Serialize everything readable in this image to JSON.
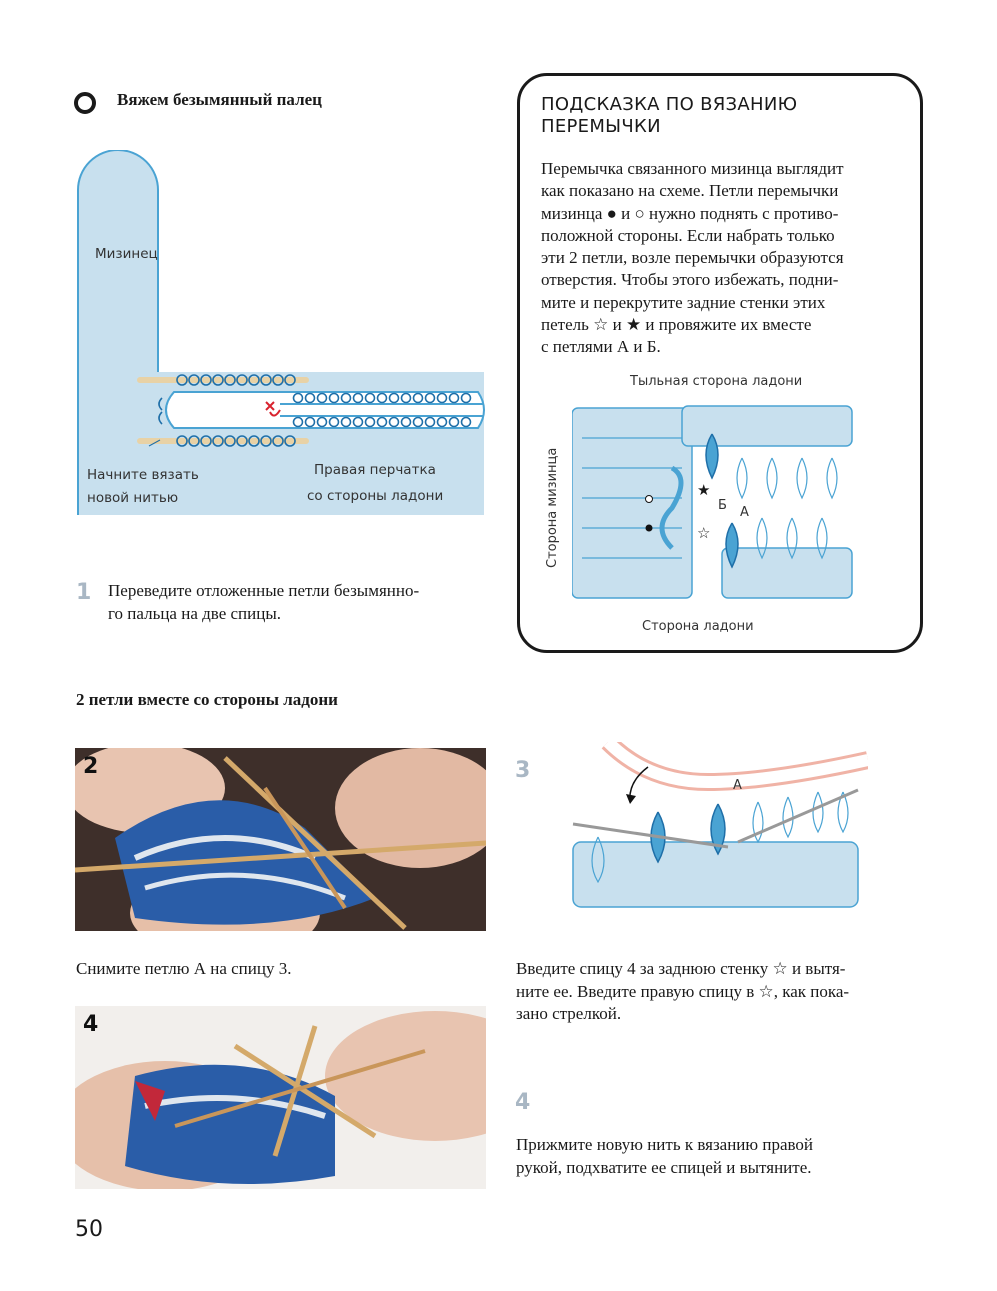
{
  "section": {
    "title": "Вяжем безымянный палец"
  },
  "diagram1": {
    "finger_label": "Мизинец",
    "start_label_line1": "Начните вязать",
    "start_label_line2": "новой нитью",
    "glove_label_line1": "Правая перчатка",
    "glove_label_line2": "со стороны ладони"
  },
  "step1": {
    "number": "1",
    "text_lines": [
      "Переведите отложенные петли безымянно-",
      "го пальца на две спицы."
    ]
  },
  "tip": {
    "title_line1": "ПОДСКАЗКА ПО ВЯЗАНИЮ",
    "title_line2": "ПЕРЕМЫЧКИ",
    "text_lines": [
      "Перемычка связанного мизинца выглядит",
      "как показано на схеме. Петли перемычки",
      "мизинца ● и ○ нужно поднять с противо-",
      "положной стороны. Если набрать только",
      "эти 2 петли, возле перемычки образуются",
      "отверстия. Чтобы этого избежать, подни-",
      "мите и перекрутите задние стенки этих",
      "петель ☆ и ★ и провяжите их вместе",
      "с петлями А и Б."
    ],
    "diagram": {
      "top_label": "Тыльная сторона ладони",
      "side_label": "Сторона мизинца",
      "bottom_label": "Сторона ладони",
      "label_b": "Б",
      "label_a": "А",
      "star_filled": "★",
      "star_outline": "☆"
    }
  },
  "subheading": "2 петли вместе со стороны ладони",
  "photo2": {
    "number": "2",
    "caption": "Снимите петлю А на спицу 3."
  },
  "step3": {
    "number": "3",
    "label_a": "А",
    "text_lines": [
      "Введите спицу 4 за заднюю стенку ☆ и вытя-",
      "ните ее. Введите правую спицу в ☆, как пока-",
      "зано стрелкой."
    ]
  },
  "photo4": {
    "number": "4"
  },
  "step4": {
    "number": "4",
    "text_lines": [
      "Прижмите новую нить к вязанию правой",
      "рукой, подхватите ее спицей и вытяните."
    ]
  },
  "page_number": "50",
  "colors": {
    "light_blue": "#c8e0ee",
    "mid_blue": "#4aa3d3",
    "dark_blue": "#1f6fa8",
    "red": "#d9232e"
  }
}
